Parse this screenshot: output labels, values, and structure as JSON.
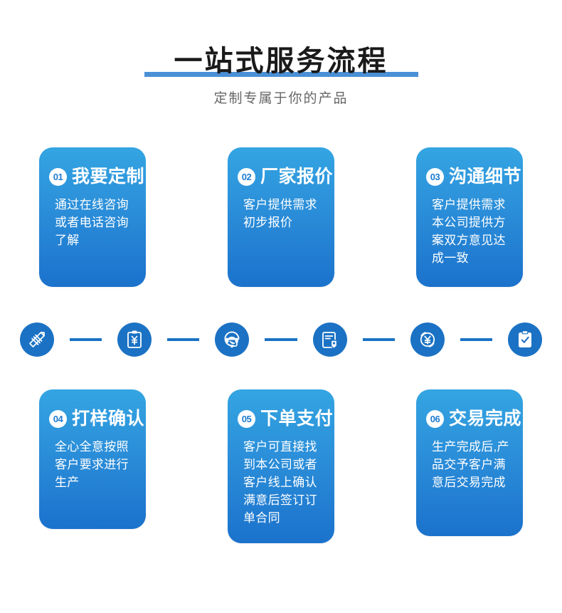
{
  "header": {
    "title": "一站式服务流程",
    "subtitle": "定制专属于你的产品",
    "underline_color": "#4a90d6",
    "title_color": "#1a1a1a",
    "subtitle_color": "#666666"
  },
  "theme": {
    "card_gradient_top": "#34a5e2",
    "card_gradient_bottom": "#1b72cc",
    "icon_blue": "#1b72c4",
    "badge_text_color": "#1c7bd0",
    "background": "#ffffff"
  },
  "steps": [
    {
      "number": "01",
      "title": "我要定制",
      "body": "通过在线咨询或者电话咨询了解",
      "icon": "design-pen-ruler-icon"
    },
    {
      "number": "02",
      "title": "厂家报价",
      "body": "客户提供需求初步报价",
      "icon": "clipboard-yuan-quote-icon"
    },
    {
      "number": "03",
      "title": "沟通细节",
      "body": "客户提供需求本公司提供方案双方意见达成一致",
      "icon": "headset-support-icon"
    },
    {
      "number": "04",
      "title": "打样确认",
      "body": "全心全意按照客户要求进行生产",
      "icon": "document-tag-sample-icon"
    },
    {
      "number": "05",
      "title": "下单支付",
      "body": "客户可直接找到本公司或者客户线上确认满意后签订订单合同",
      "icon": "yuan-payment-circle-icon"
    },
    {
      "number": "06",
      "title": "交易完成",
      "body": "生产完成后,产品交予客户满意后交易完成",
      "icon": "clipboard-check-done-icon"
    }
  ]
}
